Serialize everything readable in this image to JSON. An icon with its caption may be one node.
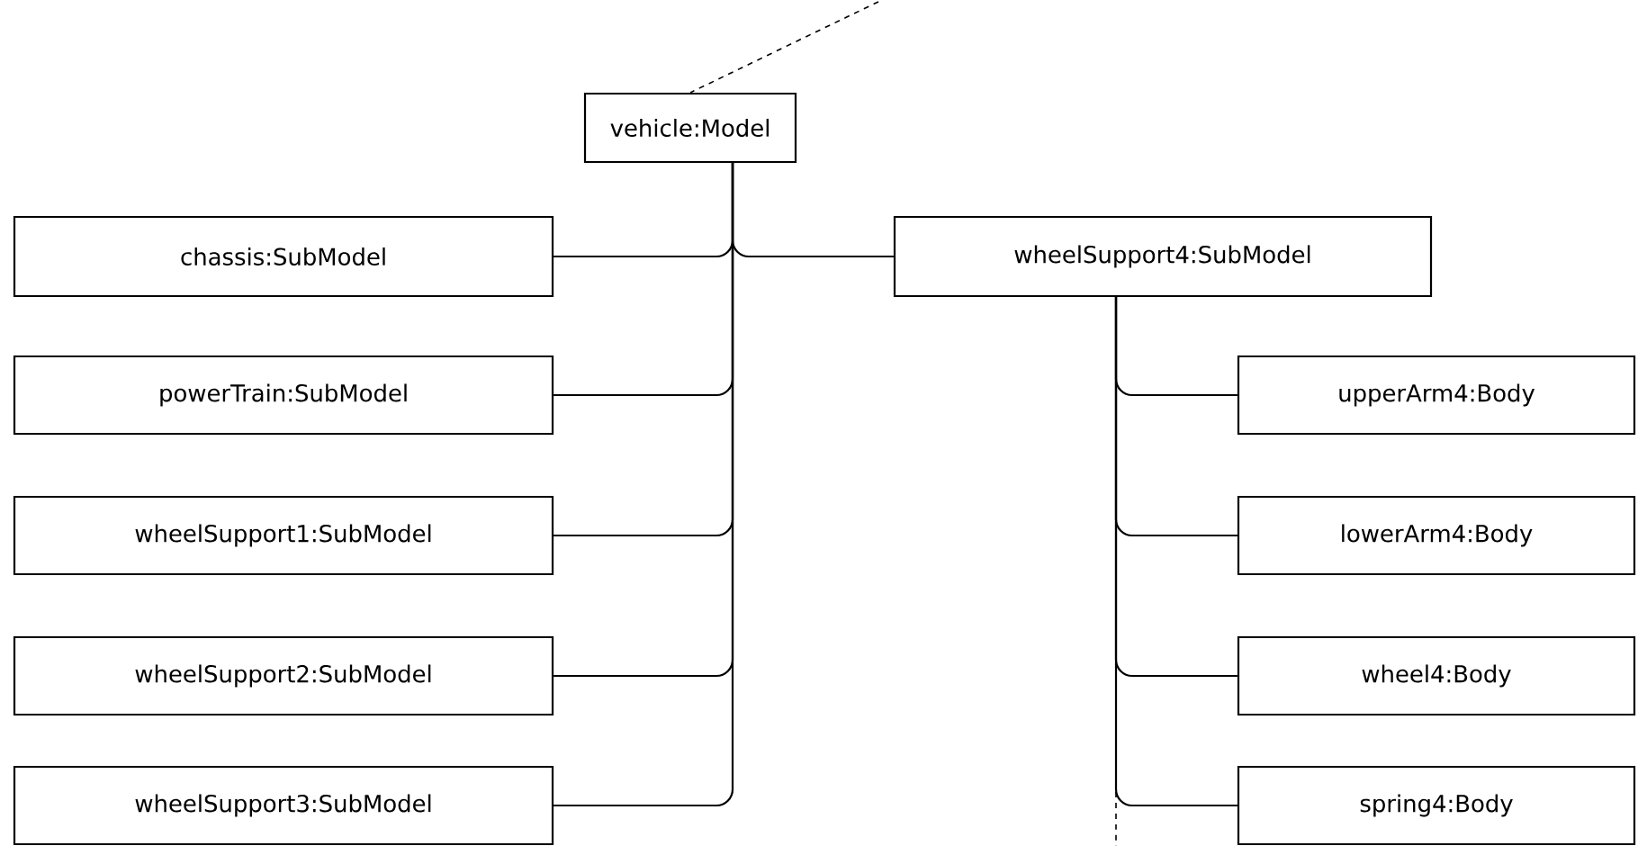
{
  "diagram": {
    "nodes": [
      {
        "text": [
          "vehicle:Model"
        ]
      },
      {
        "text": [
          "chassis:SubModel"
        ]
      },
      {
        "text": [
          "powerTrain:SubModel"
        ]
      },
      {
        "text": [
          "wheelSupport1:SubModel"
        ]
      },
      {
        "text": [
          "wheelSupport2:SubModel"
        ]
      },
      {
        "text": [
          "wheelSupport3:SubModel"
        ]
      },
      {
        "text": [
          "wheelSupport4:SubModel"
        ]
      },
      {
        "text": [
          "upperArm4:Body"
        ]
      },
      {
        "text": [
          "lowerArm4:Body"
        ]
      },
      {
        "text": [
          "wheel4:Body"
        ]
      },
      {
        "text": [
          "spring4:Body"
        ]
      }
    ],
    "edges": [
      {
        "from": null,
        "to": 0,
        "arrow": "none",
        "style": "dashed"
      },
      {
        "from": 0,
        "to": 1,
        "arrow": "none"
      },
      {
        "from": 0,
        "to": 2,
        "arrow": "none"
      },
      {
        "from": 0,
        "to": 3,
        "arrow": "none"
      },
      {
        "from": 0,
        "to": 4,
        "arrow": "none"
      },
      {
        "from": 0,
        "to": 5,
        "arrow": "none"
      },
      {
        "from": 0,
        "to": 6,
        "arrow": "none"
      },
      {
        "from": 6,
        "to": 7,
        "arrow": "none"
      },
      {
        "from": 6,
        "to": 8,
        "arrow": "none"
      },
      {
        "from": 6,
        "to": 9,
        "arrow": "none"
      },
      {
        "from": 6,
        "to": 10,
        "arrow": "none"
      },
      {
        "from": 6,
        "to": null,
        "arrow": "none",
        "style": "dashed"
      }
    ]
  }
}
